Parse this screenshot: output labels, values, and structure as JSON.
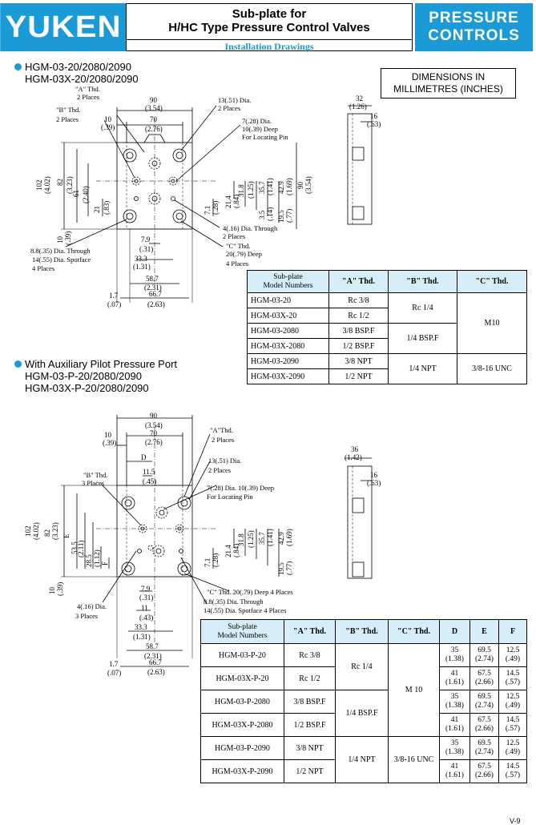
{
  "header": {
    "logo": "YUKEN",
    "title_line1": "Sub-plate for",
    "title_line2": "H/HC Type Pressure Control Valves",
    "subtitle": "Installation Drawings",
    "category_line1": "PRESSURE",
    "category_line2": "CONTROLS",
    "brand_color": "#1a9ad6"
  },
  "dimension_note": {
    "line1": "DIMENSIONS IN",
    "line2": "MILLIMETRES (INCHES)"
  },
  "section1": {
    "line1": "HGM-03-20/2080/2090",
    "line2": "HGM-03X-20/2080/2090",
    "labels": {
      "a_thd": "\"A\" Thd.",
      "a_places": "2 Places",
      "b_thd": "\"B\" Thd.",
      "b_places": "2 Places",
      "dia13": "13(.51) Dia.",
      "dia13_places": "2 Places",
      "dia7": "7(.28) Dia.",
      "dia7_deep": "10(.39) Deep",
      "dia7_for": "For Locating Pin",
      "dia4": "4(.16) Dia. Through",
      "dia4_places": "2 Places",
      "c_thd": "\"C\" Thd.",
      "c_deep": "20(.79) Deep",
      "c_places": "4 Places",
      "dia88": "8.8(.35) Dia. Through",
      "dia14": "14(.55) Dia. Spotface",
      "dia88_places": "4 Places"
    },
    "dims": {
      "w90": "90",
      "w90i": "(3.54)",
      "w70": "70",
      "w70i": "(2.76)",
      "w10": "10",
      "w10i": "(.39)",
      "h102": "102",
      "h102i": "(4.02)",
      "h82": "82",
      "h82i": "(3.23)",
      "h61": "61",
      "h61i": "(2.40)",
      "h21": "21",
      "h21i": "(.83)",
      "h10": "10",
      "h10i": "(.39)",
      "v214": "21.4",
      "v214i": "(.84)",
      "v318": "31.8",
      "v318i": "(1.25)",
      "v357": "35.7",
      "v357i": "(1.41)",
      "v429": "42.9",
      "v429i": "(1.69)",
      "v90": "90",
      "v90i": "(3.54)",
      "v71": "7.1",
      "v71i": "(.28)",
      "v35": "3.5",
      "v35i": "(.14)",
      "v195": "19.5",
      "v195i": "(.77)",
      "b79": "7.9",
      "b79i": "(.31)",
      "b333": "33.3",
      "b333i": "(1.31)",
      "b587": "58.7",
      "b587i": "(2.31)",
      "b667": "66.7",
      "b667i": "(2.63)",
      "b17": "1.7",
      "b17i": "(.07)",
      "s32": "32",
      "s32i": "(1.26)",
      "s16": "16",
      "s16i": "(.63)"
    }
  },
  "table1": {
    "headers": [
      "Sub-plate\nModel Numbers",
      "\"A\" Thd.",
      "\"B\" Thd.",
      "\"C\" Thd."
    ],
    "h_model_1": "Sub-plate",
    "h_model_2": "Model Numbers",
    "h_a": "\"A\" Thd.",
    "h_b": "\"B\" Thd.",
    "h_c": "\"C\" Thd.",
    "rows": [
      {
        "model": "HGM-03-20",
        "a": "Rc 3/8"
      },
      {
        "model": "HGM-03X-20",
        "a": "Rc 1/2"
      },
      {
        "model": "HGM-03-2080",
        "a": "3/8 BSP.F"
      },
      {
        "model": "HGM-03X-2080",
        "a": "1/2 BSP.F"
      },
      {
        "model": "HGM-03-2090",
        "a": "3/8 NPT"
      },
      {
        "model": "HGM-03X-2090",
        "a": "1/2 NPT"
      }
    ],
    "b_group1": "Rc 1/4",
    "b_group2": "1/4 BSP.F",
    "b_group3": "1/4 NPT",
    "c_group1": "M10",
    "c_group2": "3/8-16 UNC"
  },
  "section2": {
    "line1": "With Auxiliary Pilot Pressure Port",
    "line2": "HGM-03-P-20/2080/2090",
    "line3": "HGM-03X-P-20/2080/2090",
    "labels": {
      "a_thd": "\"A\"Thd.",
      "a_places": "2 Places",
      "b_thd": "\"B\" Thd.",
      "b_places": "3 Places",
      "dia13": "13(.51) Dia.",
      "dia13_places": "2 Places",
      "dia7": "7(.28) Dia. 10(.39) Deep",
      "dia7_for": "For Locating Pin",
      "dia4": "4(.16) Dia.",
      "dia4_places": "3 Places",
      "c_thd": "\"C\" Thd. 20(.79) Deep 4 Places",
      "dia88": "8.8(.35) Dia. Through",
      "dia14": "14(.55) Dia. Spotface 4 Places"
    },
    "dims": {
      "w90": "90",
      "w90i": "(3.54)",
      "w70": "70",
      "w70i": "(2.76)",
      "w10": "10",
      "w10i": "(.39)",
      "d": "D",
      "w115": "11.5",
      "w115i": "(.45)",
      "h102": "102",
      "h102i": "(4.02)",
      "h82": "82",
      "h82i": "(3.23)",
      "e": "E",
      "h535": "53.5",
      "h535i": "(2.11)",
      "h285": "28.5",
      "h285i": "(1.12)",
      "f": "F",
      "h10": "10",
      "h10i": "(.39)",
      "v214": "21.4",
      "v214i": "(.84)",
      "v318": "31.8",
      "v318i": "(1.25)",
      "v357": "35.7",
      "v357i": "(1.41)",
      "v429": "42.9",
      "v429i": "(1.69)",
      "v71": "7.1",
      "v71i": "(.28)",
      "v195": "19.5",
      "v195i": "(.77)",
      "b79": "7.9",
      "b79i": "(.31)",
      "b11": "11",
      "b11i": "(.43)",
      "b333": "33.3",
      "b333i": "(1.31)",
      "b587": "58.7",
      "b587i": "(2.31)",
      "b667": "66.7",
      "b667i": "(2.63)",
      "b17": "1.7",
      "b17i": "(.07)",
      "s36": "36",
      "s36i": "(1.42)",
      "s16": "16",
      "s16i": "(.63)"
    }
  },
  "table2": {
    "h_model_1": "Sub-plate",
    "h_model_2": "Model Numbers",
    "h_a": "\"A\" Thd.",
    "h_b": "\"B\" Thd.",
    "h_c": "\"C\" Thd.",
    "h_d": "D",
    "h_e": "E",
    "h_f": "F",
    "rows": [
      {
        "model": "HGM-03-P-20",
        "a": "Rc 3/8",
        "d": "35",
        "di": "(1.38)",
        "e": "69.5",
        "ei": "(2.74)",
        "f": "12.5",
        "fi": "(.49)"
      },
      {
        "model": "HGM-03X-P-20",
        "a": "Rc 1/2",
        "d": "41",
        "di": "(1.61)",
        "e": "67.5",
        "ei": "(2.66)",
        "f": "14.5",
        "fi": "(.57)"
      },
      {
        "model": "HGM-03-P-2080",
        "a": "3/8 BSP.F",
        "d": "35",
        "di": "(1.38)",
        "e": "69.5",
        "ei": "(2.74)",
        "f": "12.5",
        "fi": "(.49)"
      },
      {
        "model": "HGM-03X-P-2080",
        "a": "1/2 BSP.F",
        "d": "41",
        "di": "(1.61)",
        "e": "67.5",
        "ei": "(2.66)",
        "f": "14.5",
        "fi": "(.57)"
      },
      {
        "model": "HGM-03-P-2090",
        "a": "3/8 NPT",
        "d": "35",
        "di": "(1.38)",
        "e": "69.5",
        "ei": "(2.74)",
        "f": "12.5",
        "fi": "(.49)"
      },
      {
        "model": "HGM-03X-P-2090",
        "a": "1/2 NPT",
        "d": "41",
        "di": "(1.61)",
        "e": "67.5",
        "ei": "(2.66)",
        "f": "14.5",
        "fi": "(.57)"
      }
    ],
    "b_group1": "Rc 1/4",
    "b_group2": "1/4 BSP.F",
    "b_group3": "1/4 NPT",
    "c_group1": "M 10",
    "c_group3": "3/8-16 UNC"
  },
  "page_number": "V-9"
}
